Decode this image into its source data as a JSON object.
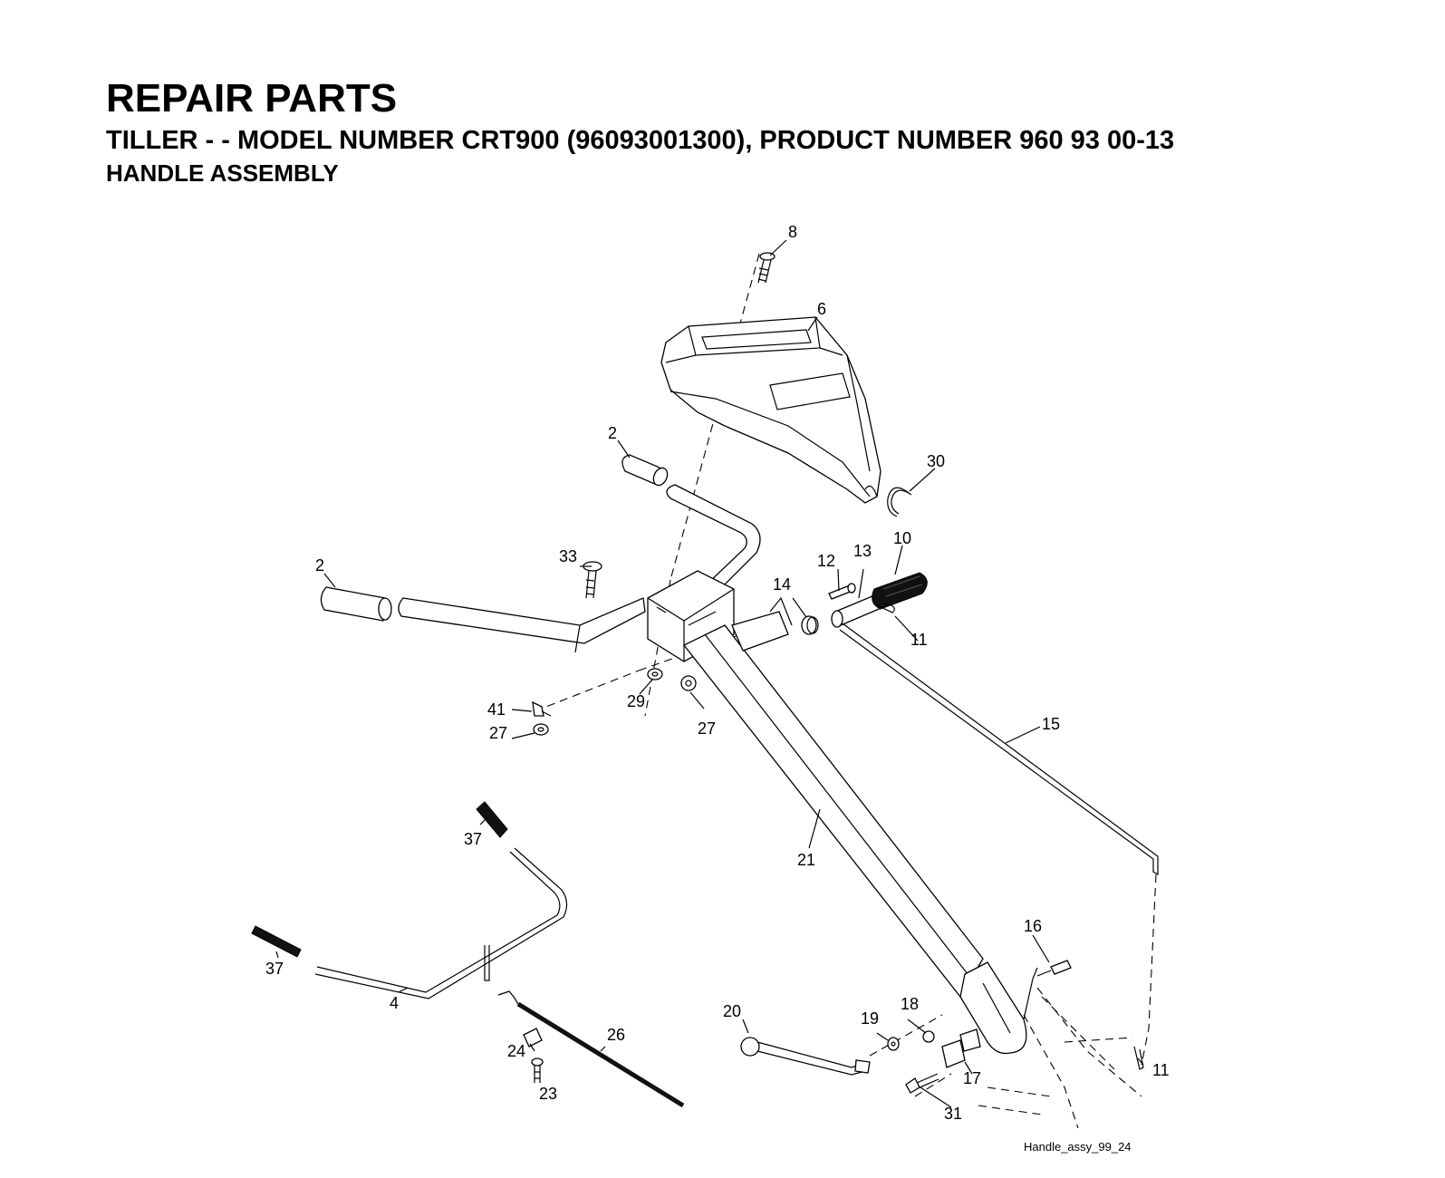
{
  "header": {
    "title": "REPAIR PARTS",
    "model_line": "TILLER - - MODEL NUMBER CRT900 (96093001300), PRODUCT NUMBER 960 93 00-13",
    "section": "HANDLE ASSEMBLY"
  },
  "callouts": {
    "c8": "8",
    "c6": "6",
    "c2a": "2",
    "c30": "30",
    "c2b": "2",
    "c33": "33",
    "c12": "12",
    "c13": "13",
    "c10": "10",
    "c14": "14",
    "c11a": "11",
    "c41": "41",
    "c29": "29",
    "c27a": "27",
    "c27b": "27",
    "c15": "15",
    "c37a": "37",
    "c21": "21",
    "c16": "16",
    "c37b": "37",
    "c4": "4",
    "c20": "20",
    "c18": "18",
    "c26": "26",
    "c19": "19",
    "c24": "24",
    "c11b": "11",
    "c17": "17",
    "c23": "23",
    "c31": "31"
  },
  "figure_id": "Handle_assy_99_24"
}
